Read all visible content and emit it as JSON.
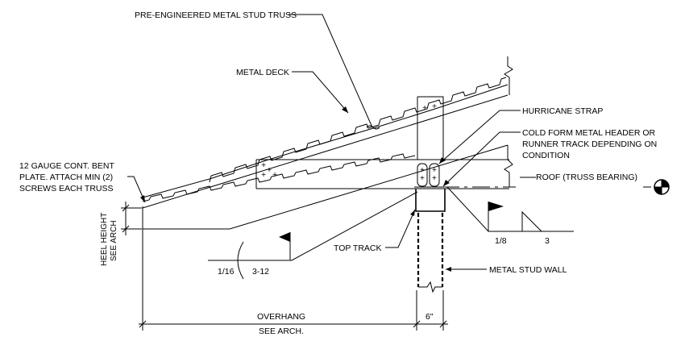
{
  "labels": {
    "truss": "PRE-ENGINEERED METAL STUD TRUSS",
    "deck": "METAL DECK",
    "strap": "HURRICANE STRAP",
    "header_1": "COLD FORM METAL HEADER OR",
    "header_2": "RUNNER TRACK DEPENDING ON",
    "header_3": "CONDITION",
    "plate_1": "12 GAUGE CONT. BENT",
    "plate_2": "PLATE. ATTACH MIN (2)",
    "plate_3": "SCREWS EACH TRUSS",
    "bearing": "ROOF (TRUSS BEARING)",
    "top_track": "TOP TRACK",
    "stud_wall": "METAL STUD WALL",
    "heel_1": "HEEL HEIGHT",
    "heel_2": "SEE ARCH",
    "overhang_1": "OVERHANG",
    "overhang_2": "SEE ARCH.",
    "wall_width": "6\"",
    "weld_1_size": "1/16",
    "weld_1_len": "3-12",
    "weld_2_size": "1/8",
    "weld_2_len": "3"
  }
}
